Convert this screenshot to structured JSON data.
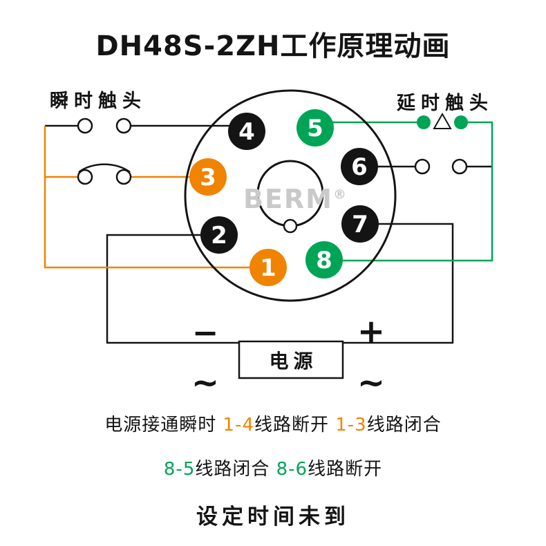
{
  "title": "DH48S-2ZH工作原理动画",
  "labels": {
    "instant": "瞬时触头",
    "delayed": "延时触头",
    "power": "电源"
  },
  "watermark": {
    "text": "BERM",
    "reg": "®"
  },
  "symbols": {
    "minus": "−",
    "plus": "+",
    "ac_left": "~",
    "ac_right": "~"
  },
  "colors": {
    "black": "#141414",
    "orange": "#F08300",
    "green": "#00A455",
    "watermark_gray": "#C9C9C9"
  },
  "pins": [
    {
      "number": "1",
      "color": "#F08300"
    },
    {
      "number": "2",
      "color": "#141414"
    },
    {
      "number": "3",
      "color": "#F08300"
    },
    {
      "number": "4",
      "color": "#141414"
    },
    {
      "number": "5",
      "color": "#00A455"
    },
    {
      "number": "6",
      "color": "#141414"
    },
    {
      "number": "7",
      "color": "#141414"
    },
    {
      "number": "8",
      "color": "#00A455"
    }
  ],
  "status": {
    "line1": [
      {
        "text": "电源接通瞬时 ",
        "color": "black"
      },
      {
        "text": "1-4",
        "color": "orange"
      },
      {
        "text": "线路断开 ",
        "color": "black"
      },
      {
        "text": "1-3",
        "color": "orange"
      },
      {
        "text": "线路闭合",
        "color": "black"
      }
    ],
    "line2": [
      {
        "text": "8-5",
        "color": "green"
      },
      {
        "text": "线路闭合 ",
        "color": "black"
      },
      {
        "text": "8-6",
        "color": "green"
      },
      {
        "text": "线路断开",
        "color": "black"
      }
    ]
  },
  "footer": "设定时间未到"
}
